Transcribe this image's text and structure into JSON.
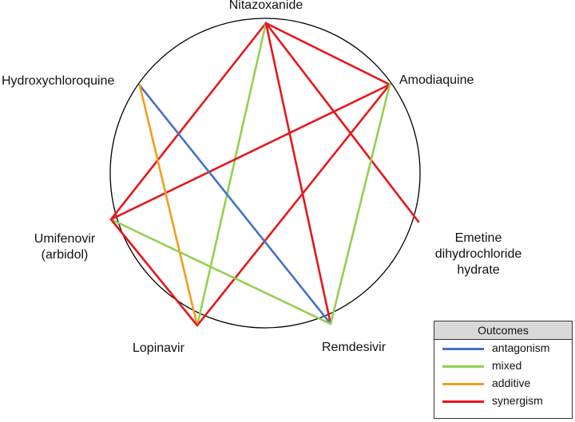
{
  "nodes": {
    "nitazoxanide": "Nitazoxanide",
    "amodiaquine": "Amodiaquine",
    "hydroxychloroquine": "Hydroxychloroquine",
    "umifenovir_line1": "Umifenovir",
    "umifenovir_line2": "(arbidol)",
    "emetine_line1": "Emetine",
    "emetine_line2": "dihydrochloride",
    "emetine_line3": "hydrate",
    "lopinavir": "Lopinavir",
    "remdesivir": "Remdesivir"
  },
  "edges": [
    {
      "from": "nitazoxanide",
      "to": "amodiaquine",
      "outcome": "synergism"
    },
    {
      "from": "nitazoxanide",
      "to": "umifenovir",
      "outcome": "synergism"
    },
    {
      "from": "nitazoxanide",
      "to": "lopinavir",
      "outcome": "mixed"
    },
    {
      "from": "nitazoxanide",
      "to": "remdesivir",
      "outcome": "synergism"
    },
    {
      "from": "nitazoxanide",
      "to": "emetine",
      "outcome": "synergism"
    },
    {
      "from": "amodiaquine",
      "to": "umifenovir",
      "outcome": "synergism"
    },
    {
      "from": "amodiaquine",
      "to": "lopinavir",
      "outcome": "synergism"
    },
    {
      "from": "amodiaquine",
      "to": "remdesivir",
      "outcome": "mixed"
    },
    {
      "from": "hydroxychloroquine",
      "to": "remdesivir",
      "outcome": "antagonism"
    },
    {
      "from": "hydroxychloroquine",
      "to": "lopinavir",
      "outcome": "additive"
    },
    {
      "from": "umifenovir",
      "to": "remdesivir",
      "outcome": "mixed"
    },
    {
      "from": "umifenovir",
      "to": "lopinavir",
      "outcome": "synergism"
    }
  ],
  "legend": {
    "title": "Outcomes",
    "items": [
      {
        "key": "antagonism",
        "label": "antagonism",
        "color": "#4472c4"
      },
      {
        "key": "mixed",
        "label": "mixed",
        "color": "#92d050"
      },
      {
        "key": "additive",
        "label": "additive",
        "color": "#f59c1a"
      },
      {
        "key": "synergism",
        "label": "synergism",
        "color": "#e8161b"
      }
    ]
  },
  "colors": {
    "circle": "#000000"
  }
}
